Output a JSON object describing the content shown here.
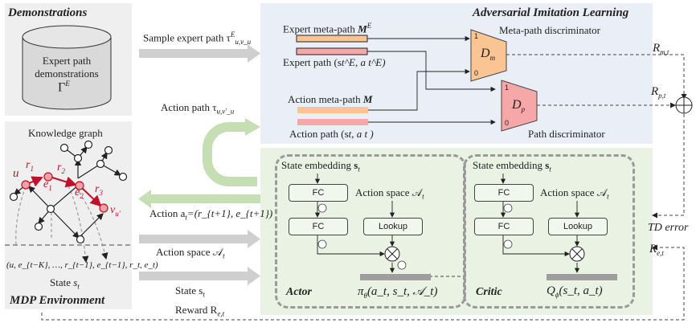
{
  "demonstrations": {
    "title": "Demonstrations",
    "cylinder_line1": "Expert path",
    "cylinder_line2": "demonstrations",
    "cylinder_symbol": "Γ",
    "cylinder_symbol_sup": "E"
  },
  "environment": {
    "kg_title": "Knowledge graph",
    "node_labels": {
      "u": "u",
      "e1": "e",
      "e1_sub": "1",
      "e2": "e",
      "e2_sub": "2",
      "v": "v",
      "v_sub": "u'"
    },
    "edge_labels": {
      "r1": "r",
      "r1_sub": "1",
      "r2": "r",
      "r2_sub": "2",
      "r3": "r",
      "r3_sub": "3"
    },
    "state_tuple": "(u, e_{t−K}, …, r_{t−1}, e_{t−1}, r_t, e_t)",
    "state_label": "State",
    "state_symbol": "s",
    "state_sub": "t",
    "title": "MDP Environment"
  },
  "arrows": {
    "sample_expert_path": "Sample expert path τ",
    "sample_expert_sup": "E",
    "sample_expert_sub": "u,v_u",
    "action_path": "Action path τ",
    "action_path_sub": "u,v′_u",
    "action": "Action a",
    "action_sub": "t",
    "action_rest": "=(r_{t+1}, e_{t+1})",
    "action_space": "Action space 𝒜",
    "action_space_sub": "t",
    "state": "State s",
    "state_sub": "t",
    "reward": "Reward R",
    "reward_sub": "e,t"
  },
  "ail": {
    "title": "Adversarial Imitation Learning",
    "expert_meta_path": "Expert meta-path ",
    "expert_meta_path_sym": "M",
    "expert_meta_path_sup": "E",
    "expert_path": "Expert path (s",
    "expert_path_rest": "t^E, a t^E)",
    "action_meta_path": "Action meta-path ",
    "action_meta_path_sym": "M",
    "action_path": "Action path (s",
    "action_path_rest": "t, a t )",
    "dm_label": "D",
    "dm_sub": "m",
    "dp_label": "D",
    "dp_sub": "p",
    "dm_caption": "Meta-path discriminator",
    "dp_caption": "Path discriminator",
    "port_1": "1",
    "port_0": "0",
    "r_m": "R",
    "r_m_sub": "m,t",
    "r_p": "R",
    "r_p_sub": "p,t",
    "td_error": "TD error",
    "r_e": "R",
    "r_e_sub": "e,t"
  },
  "actor": {
    "title": "Actor",
    "state_embedding": "State embedding ",
    "state_sym": "s",
    "state_sub": "t",
    "action_space": "Action space 𝒜",
    "action_space_sub": "t",
    "fc1": "FC",
    "fc2": "FC",
    "lookup": "Lookup",
    "output": "π",
    "output_sub": "θ",
    "output_rest": "(a_t, s_t, 𝒜_t)"
  },
  "critic": {
    "title": "Critic",
    "state_embedding": "State embedding ",
    "state_sym": "s",
    "state_sub": "t",
    "action_space": "Action space 𝒜",
    "action_space_sub": "t",
    "fc1": "FC",
    "fc2": "FC",
    "lookup": "Lookup",
    "output": "Q",
    "output_sub": "ϕ",
    "output_rest": "(s_t, a_t)"
  },
  "colors": {
    "orange": "#fbc593",
    "pink": "#f6a7a7",
    "red_path": "#c0102a",
    "node_red": "#f2a0a0",
    "green_arrow": "#c6deb4",
    "gray_arrow": "#cfcfcf",
    "output_bar": "#9e9e9e"
  }
}
